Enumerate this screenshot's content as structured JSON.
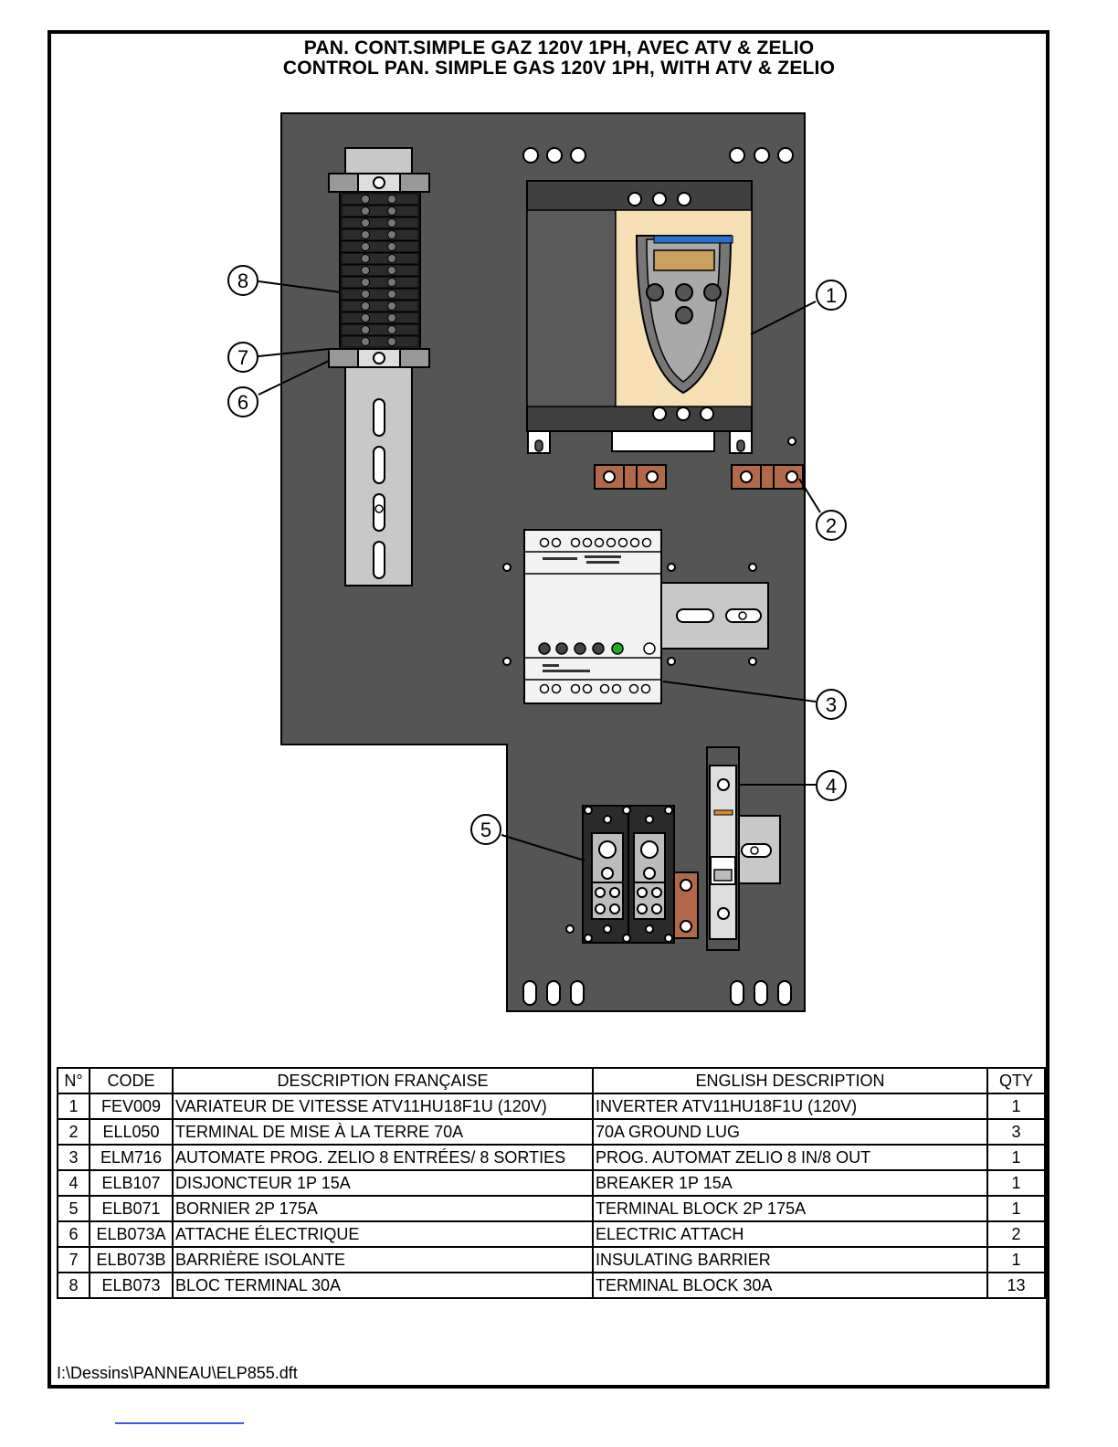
{
  "title": {
    "line_fr": "PAN. CONT.SIMPLE GAZ 120V 1PH, AVEC ATV & ZELIO",
    "line_en": "CONTROL PAN. SIMPLE GAS 120V 1PH, WITH ATV & ZELIO"
  },
  "callouts": [
    "1",
    "2",
    "3",
    "4",
    "5",
    "6",
    "7",
    "8"
  ],
  "colors": {
    "panel": "#555555",
    "drive_face": "#f7dfb5",
    "copper": "#b2694a",
    "led_green": "#22aa22",
    "display_blue": "#2a6fc9"
  },
  "table": {
    "headers": {
      "no": "N°",
      "code": "CODE",
      "fr": "DESCRIPTION FRANÇAISE",
      "en": "ENGLISH DESCRIPTION",
      "qty": "QTY"
    },
    "rows": [
      {
        "no": "1",
        "code": "FEV009",
        "fr": "VARIATEUR DE VITESSE ATV11HU18F1U (120V)",
        "en": "INVERTER ATV11HU18F1U (120V)",
        "qty": "1"
      },
      {
        "no": "2",
        "code": "ELL050",
        "fr": "TERMINAL DE MISE À LA TERRE 70A",
        "en": "70A GROUND LUG",
        "qty": "3"
      },
      {
        "no": "3",
        "code": "ELM716",
        "fr": "AUTOMATE PROG. ZELIO 8 ENTRÉES/ 8 SORTIES",
        "en": "PROG. AUTOMAT ZELIO 8 IN/8 OUT",
        "qty": "1"
      },
      {
        "no": "4",
        "code": "ELB107",
        "fr": "DISJONCTEUR 1P 15A",
        "en": "BREAKER 1P 15A",
        "qty": "1"
      },
      {
        "no": "5",
        "code": "ELB071",
        "fr": "BORNIER 2P 175A",
        "en": "TERMINAL BLOCK 2P 175A",
        "qty": "1"
      },
      {
        "no": "6",
        "code": "ELB073A",
        "fr": "ATTACHE ÉLECTRIQUE",
        "en": "ELECTRIC ATTACH",
        "qty": "2"
      },
      {
        "no": "7",
        "code": "ELB073B",
        "fr": "BARRIÈRE ISOLANTE",
        "en": "INSULATING BARRIER",
        "qty": "1"
      },
      {
        "no": "8",
        "code": "ELB073",
        "fr": "BLOC TERMINAL 30A",
        "en": "TERMINAL BLOCK 30A",
        "qty": "13"
      }
    ]
  },
  "file_path": "I:\\Dessins\\PANNEAU\\ELP855.dft"
}
